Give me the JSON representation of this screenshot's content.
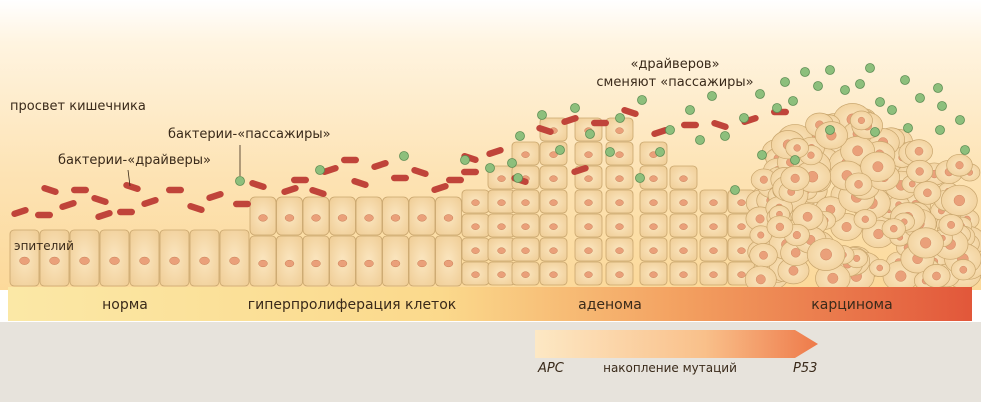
{
  "labels": {
    "lumen": "просвет кишечника",
    "drivers": "бактерии-«драйверы»",
    "passengers": "бактерии-«пассажиры»",
    "replace_line1": "«драйверов»",
    "replace_line2": "сменяют «пассажиры»",
    "epithelium": "эпителий"
  },
  "stages": [
    "норма",
    "гиперпролиферация клеток",
    "аденома",
    "карцинома"
  ],
  "mutation_arrow": {
    "start": "APC",
    "label": "накопление мутаций",
    "end": "P53"
  },
  "colors": {
    "driver_bacteria": "#c0443a",
    "passenger_bacteria": "#8dbf7c",
    "cell_fill": "#f5d9a8",
    "nucleus": "#eaa07a",
    "stage_bar_start": "#fbe49a",
    "stage_bar_end": "#e2573a"
  },
  "icons": {
    "driver": "rod-bacterium-icon",
    "passenger": "coccus-bacterium-icon"
  }
}
